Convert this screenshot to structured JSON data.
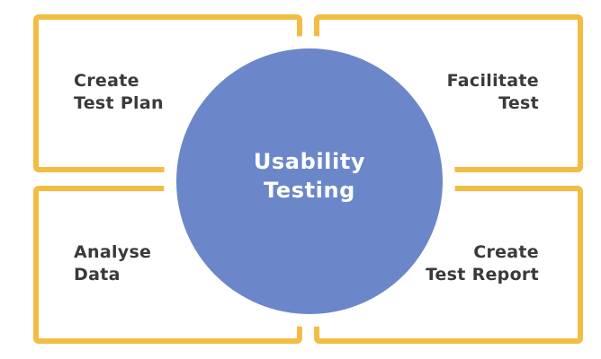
{
  "center": {
    "line1": "Usability",
    "line2": "Testing"
  },
  "quadrants": {
    "top_left": {
      "line1": "Create",
      "line2": "Test Plan"
    },
    "top_right": {
      "line1": "Facilitate",
      "line2": "Test"
    },
    "bottom_left": {
      "line1": "Analyse",
      "line2": "Data"
    },
    "bottom_right": {
      "line1": "Create",
      "line2": "Test Report"
    }
  },
  "colors": {
    "frame": "#f2bd42",
    "circle": "#6b87c9",
    "label_text": "#3a3a3a",
    "center_text": "#ffffff"
  }
}
